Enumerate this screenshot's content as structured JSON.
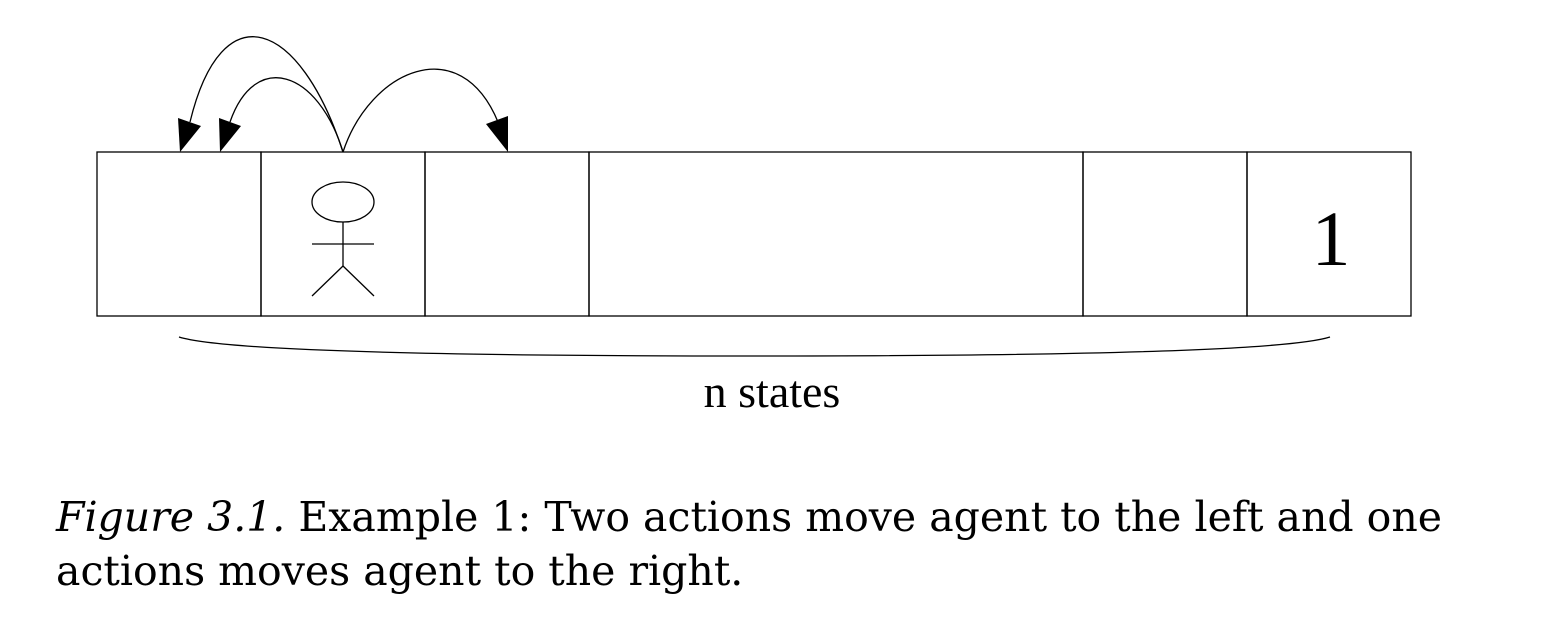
{
  "diagram": {
    "cell_count": 6,
    "reward_value": "1",
    "brace_label": "n states"
  },
  "caption": {
    "figure_label": "Figure 3.1.",
    "text": " Example 1: Two actions move agent to the left and one actions moves agent to the right."
  }
}
